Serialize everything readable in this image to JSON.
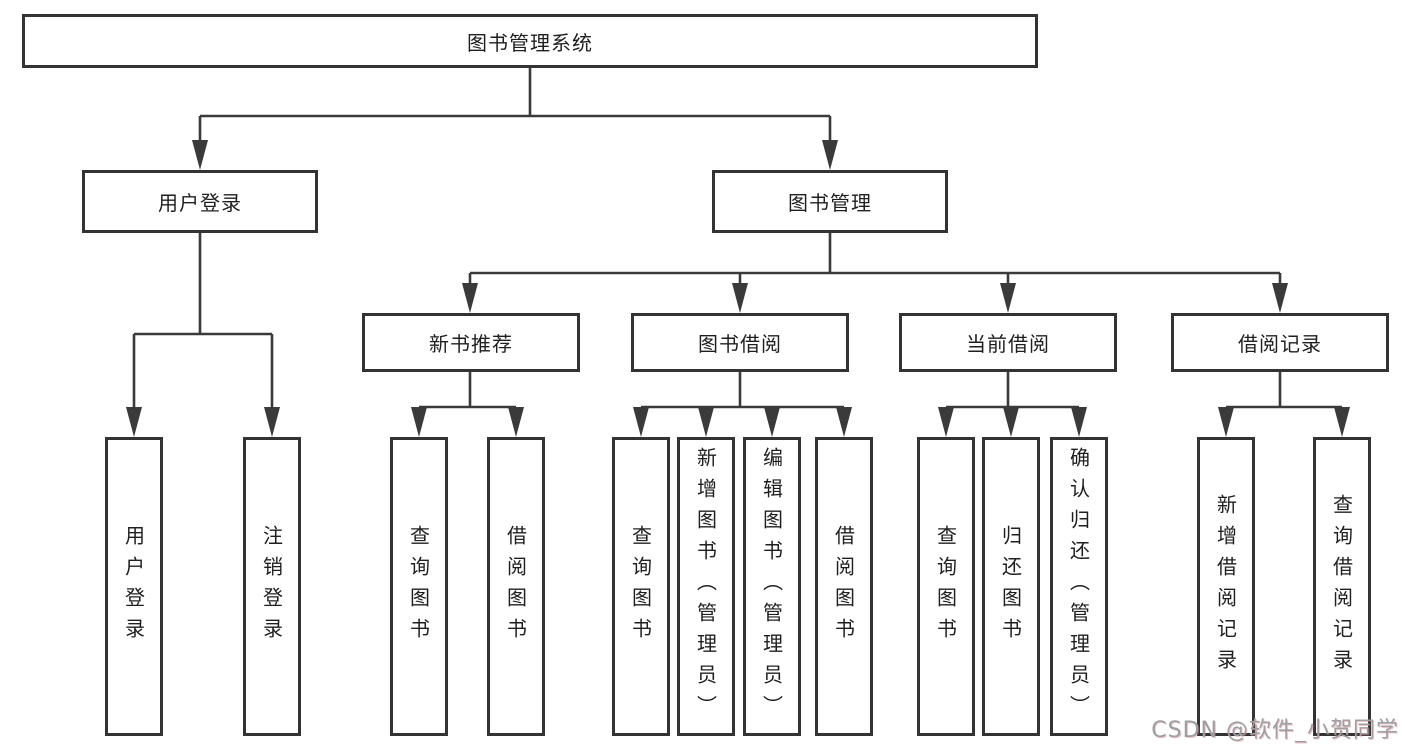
{
  "colors": {
    "line": "#3a3a3a",
    "box-border": "#333333",
    "text": "#1f1f1f",
    "watermark": "#9aa0a4",
    "watermark-accent": "#e07b7b"
  },
  "diagram": {
    "root": "图书管理系统",
    "user_login": {
      "label": "用户登录",
      "children": [
        "用户登录",
        "注销登录"
      ]
    },
    "book_management": {
      "label": "图书管理"
    },
    "new_book_recommend": {
      "label": "新书推荐",
      "children": [
        "查询图书",
        "借阅图书"
      ]
    },
    "book_borrowing": {
      "label": "图书借阅",
      "children": [
        "查询图书",
        "新增图书（管理员）",
        "编辑图书（管理员）",
        "借阅图书"
      ]
    },
    "current_borrowing": {
      "label": "当前借阅",
      "children": [
        "查询图书",
        "归还图书",
        "确认归还（管理员）"
      ]
    },
    "borrowing_records": {
      "label": "借阅记录",
      "children": [
        "新增借阅记录",
        "查询借阅记录"
      ]
    }
  },
  "watermark": "CSDN @软件_小贺同学"
}
